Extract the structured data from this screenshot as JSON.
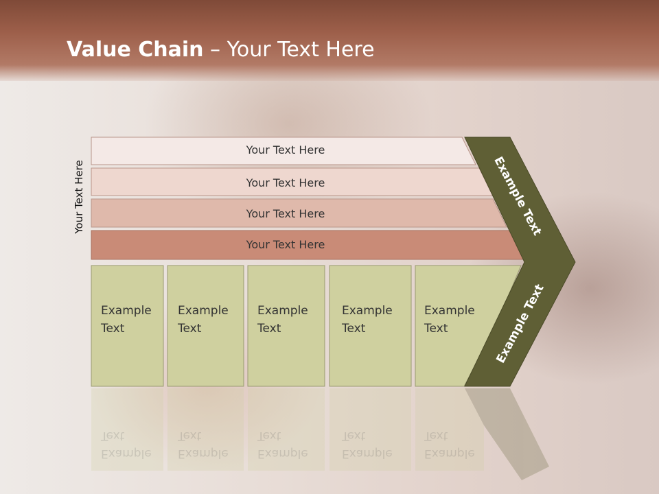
{
  "slide": {
    "title_bold": "Value Chain",
    "title_sep": " – ",
    "title_rest": "Your Text Here",
    "side_label": "Your Text Here"
  },
  "rows": [
    {
      "label": "Your Text Here",
      "color": "#f4e9e6"
    },
    {
      "label": "Your Text Here",
      "color": "#eed7cf"
    },
    {
      "label": "Your Text Here",
      "color": "#dfb9ab"
    },
    {
      "label": "Your Text Here",
      "color": "#c98b77"
    }
  ],
  "cells": [
    {
      "line1": "Example",
      "line2": "Text"
    },
    {
      "line1": "Example",
      "line2": "Text"
    },
    {
      "line1": "Example",
      "line2": "Text"
    },
    {
      "line1": "Example",
      "line2": "Text"
    },
    {
      "line1": "Example",
      "line2": "Text"
    }
  ],
  "chevron": {
    "top_label": "Example Text",
    "bottom_label": "Example Text",
    "color": "#5f5f35"
  },
  "cell_color": "#cfd09f"
}
